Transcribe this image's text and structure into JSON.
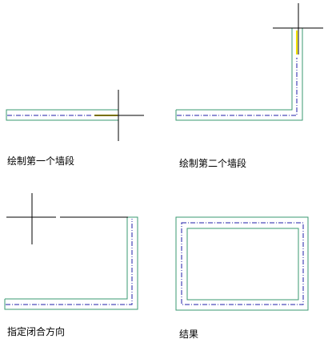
{
  "panels": [
    {
      "caption": "绘制第一个墙段"
    },
    {
      "caption": "绘制第二个墙段"
    },
    {
      "caption": "指定闭合方向"
    },
    {
      "caption": "结果"
    }
  ],
  "colors": {
    "wall_outline": "#3a9a72",
    "axis_line": "#1f1fa8",
    "rubber_band": "#f0e000",
    "cursor": "#000000",
    "background": "#ffffff"
  },
  "icons": {
    "cursor": "crosshair-icon"
  }
}
